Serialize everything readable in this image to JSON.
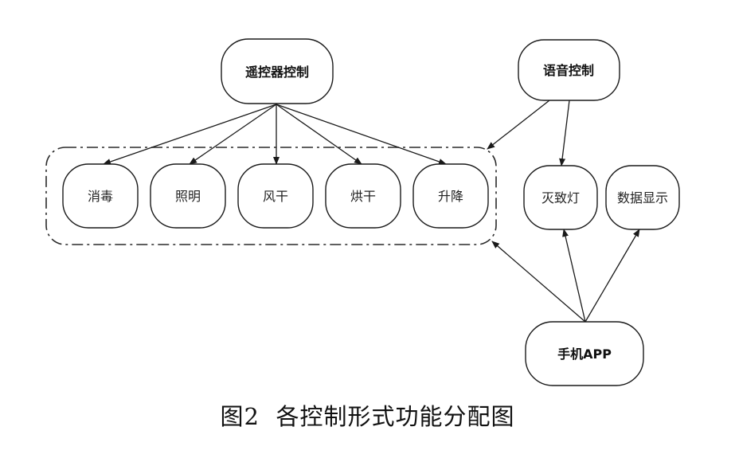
{
  "nodes": {
    "remote": "遥控器控制",
    "voice": "语音控制",
    "app": "手机APP",
    "disinfect": "消毒",
    "lighting": "照明",
    "airdry": "风干",
    "bake": "烘干",
    "lift": "升降",
    "light_toggle": "灭致灯",
    "data_display": "数据显示"
  },
  "caption": {
    "label": "图2",
    "title": "各控制形式功能分配图"
  }
}
